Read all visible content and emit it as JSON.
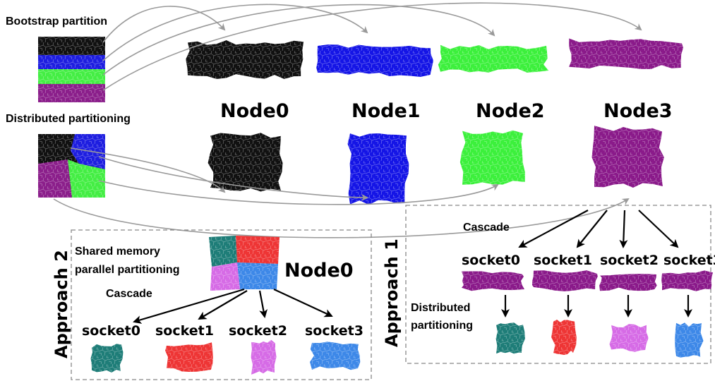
{
  "labels": {
    "bootstrap": "Bootstrap partition",
    "distributed": "Distributed partitioning",
    "shared_memory_line1": "Shared memory",
    "shared_memory_line2": "parallel partitioning",
    "cascade": "Cascade",
    "distributed_line1": "Distributed",
    "distributed_line2": "partitioning",
    "approach1": "Approach 1",
    "approach2": "Approach 2"
  },
  "nodes": [
    "Node0",
    "Node1",
    "Node2",
    "Node3"
  ],
  "approach2_node": "Node0",
  "sockets": [
    "socket0",
    "socket1",
    "socket2",
    "socket3"
  ],
  "node_colors": [
    "#111111",
    "#1515e6",
    "#3cf03c",
    "#8a1a8a"
  ],
  "socket_colors": [
    "#1e7d78",
    "#ee3535",
    "#d66be6",
    "#3d88e8"
  ]
}
